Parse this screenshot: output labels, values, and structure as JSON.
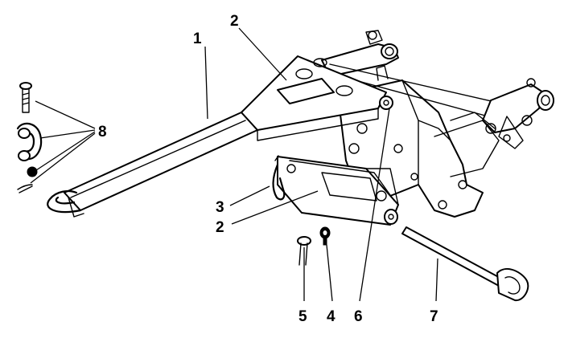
{
  "diagram": {
    "callouts": [
      {
        "id": "1",
        "label": "1"
      },
      {
        "id": "2a",
        "label": "2"
      },
      {
        "id": "2b",
        "label": "2"
      },
      {
        "id": "3",
        "label": "3"
      },
      {
        "id": "4",
        "label": "4"
      },
      {
        "id": "5",
        "label": "5"
      },
      {
        "id": "6",
        "label": "6"
      },
      {
        "id": "7",
        "label": "7"
      },
      {
        "id": "8",
        "label": "8"
      }
    ],
    "ink_color": "#000000",
    "background_color": "#ffffff"
  }
}
